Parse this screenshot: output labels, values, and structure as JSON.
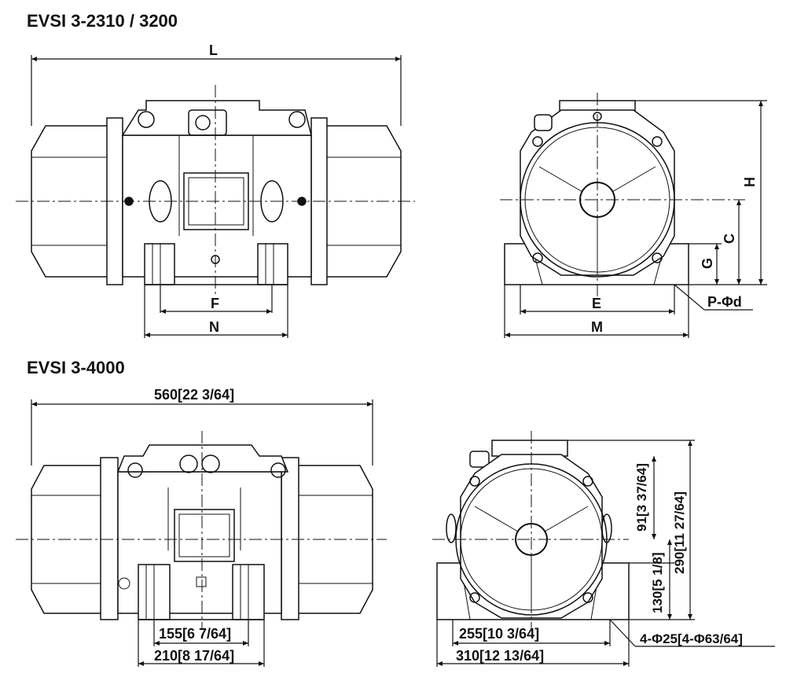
{
  "title_top": "EVSI 3-2310 / 3200",
  "title_bottom": "EVSI 3-4000",
  "labels": {
    "L": "L",
    "F": "F",
    "N": "N",
    "E": "E",
    "M": "M",
    "H": "H",
    "C": "C",
    "G": "G",
    "P": "P-Φd"
  },
  "dims": {
    "length": "560[22 3/64]",
    "f": "155[6 7/64]",
    "n": "210[8 17/64]",
    "e": "255[10 3/64]",
    "m": "310[12 13/64]",
    "g": "91[3 37/64]",
    "c": "130[5 1/8]",
    "h": "290[11 27/64]",
    "holes": "4-Φ25[4-Φ63/64]"
  }
}
